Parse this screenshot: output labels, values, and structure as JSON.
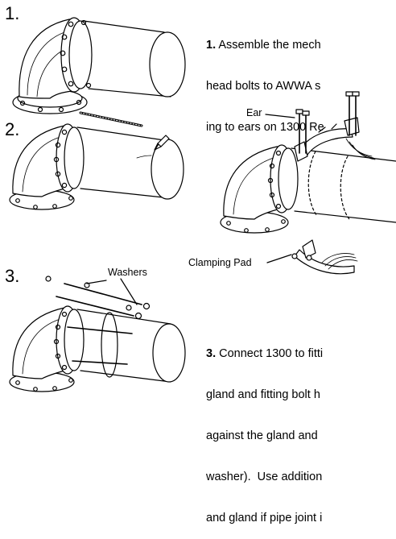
{
  "steps": [
    {
      "number": "1.",
      "bold_lead": "1.",
      "lines": [
        " Assemble the mech",
        "head bolts to AWWA s",
        "ing to ears on 1300 Re"
      ]
    },
    {
      "number": "2."
    },
    {
      "number": "3.",
      "bold_lead": "3.",
      "lines": [
        " Connect 1300 to fitti",
        "gland and fitting bolt h",
        "against the gland and",
        "washer).  Use addition",
        "and gland if pipe joint i"
      ]
    }
  ],
  "callouts": {
    "ear": "Ear",
    "clamping_pad": "Clamping Pad",
    "washers": "Washers"
  }
}
